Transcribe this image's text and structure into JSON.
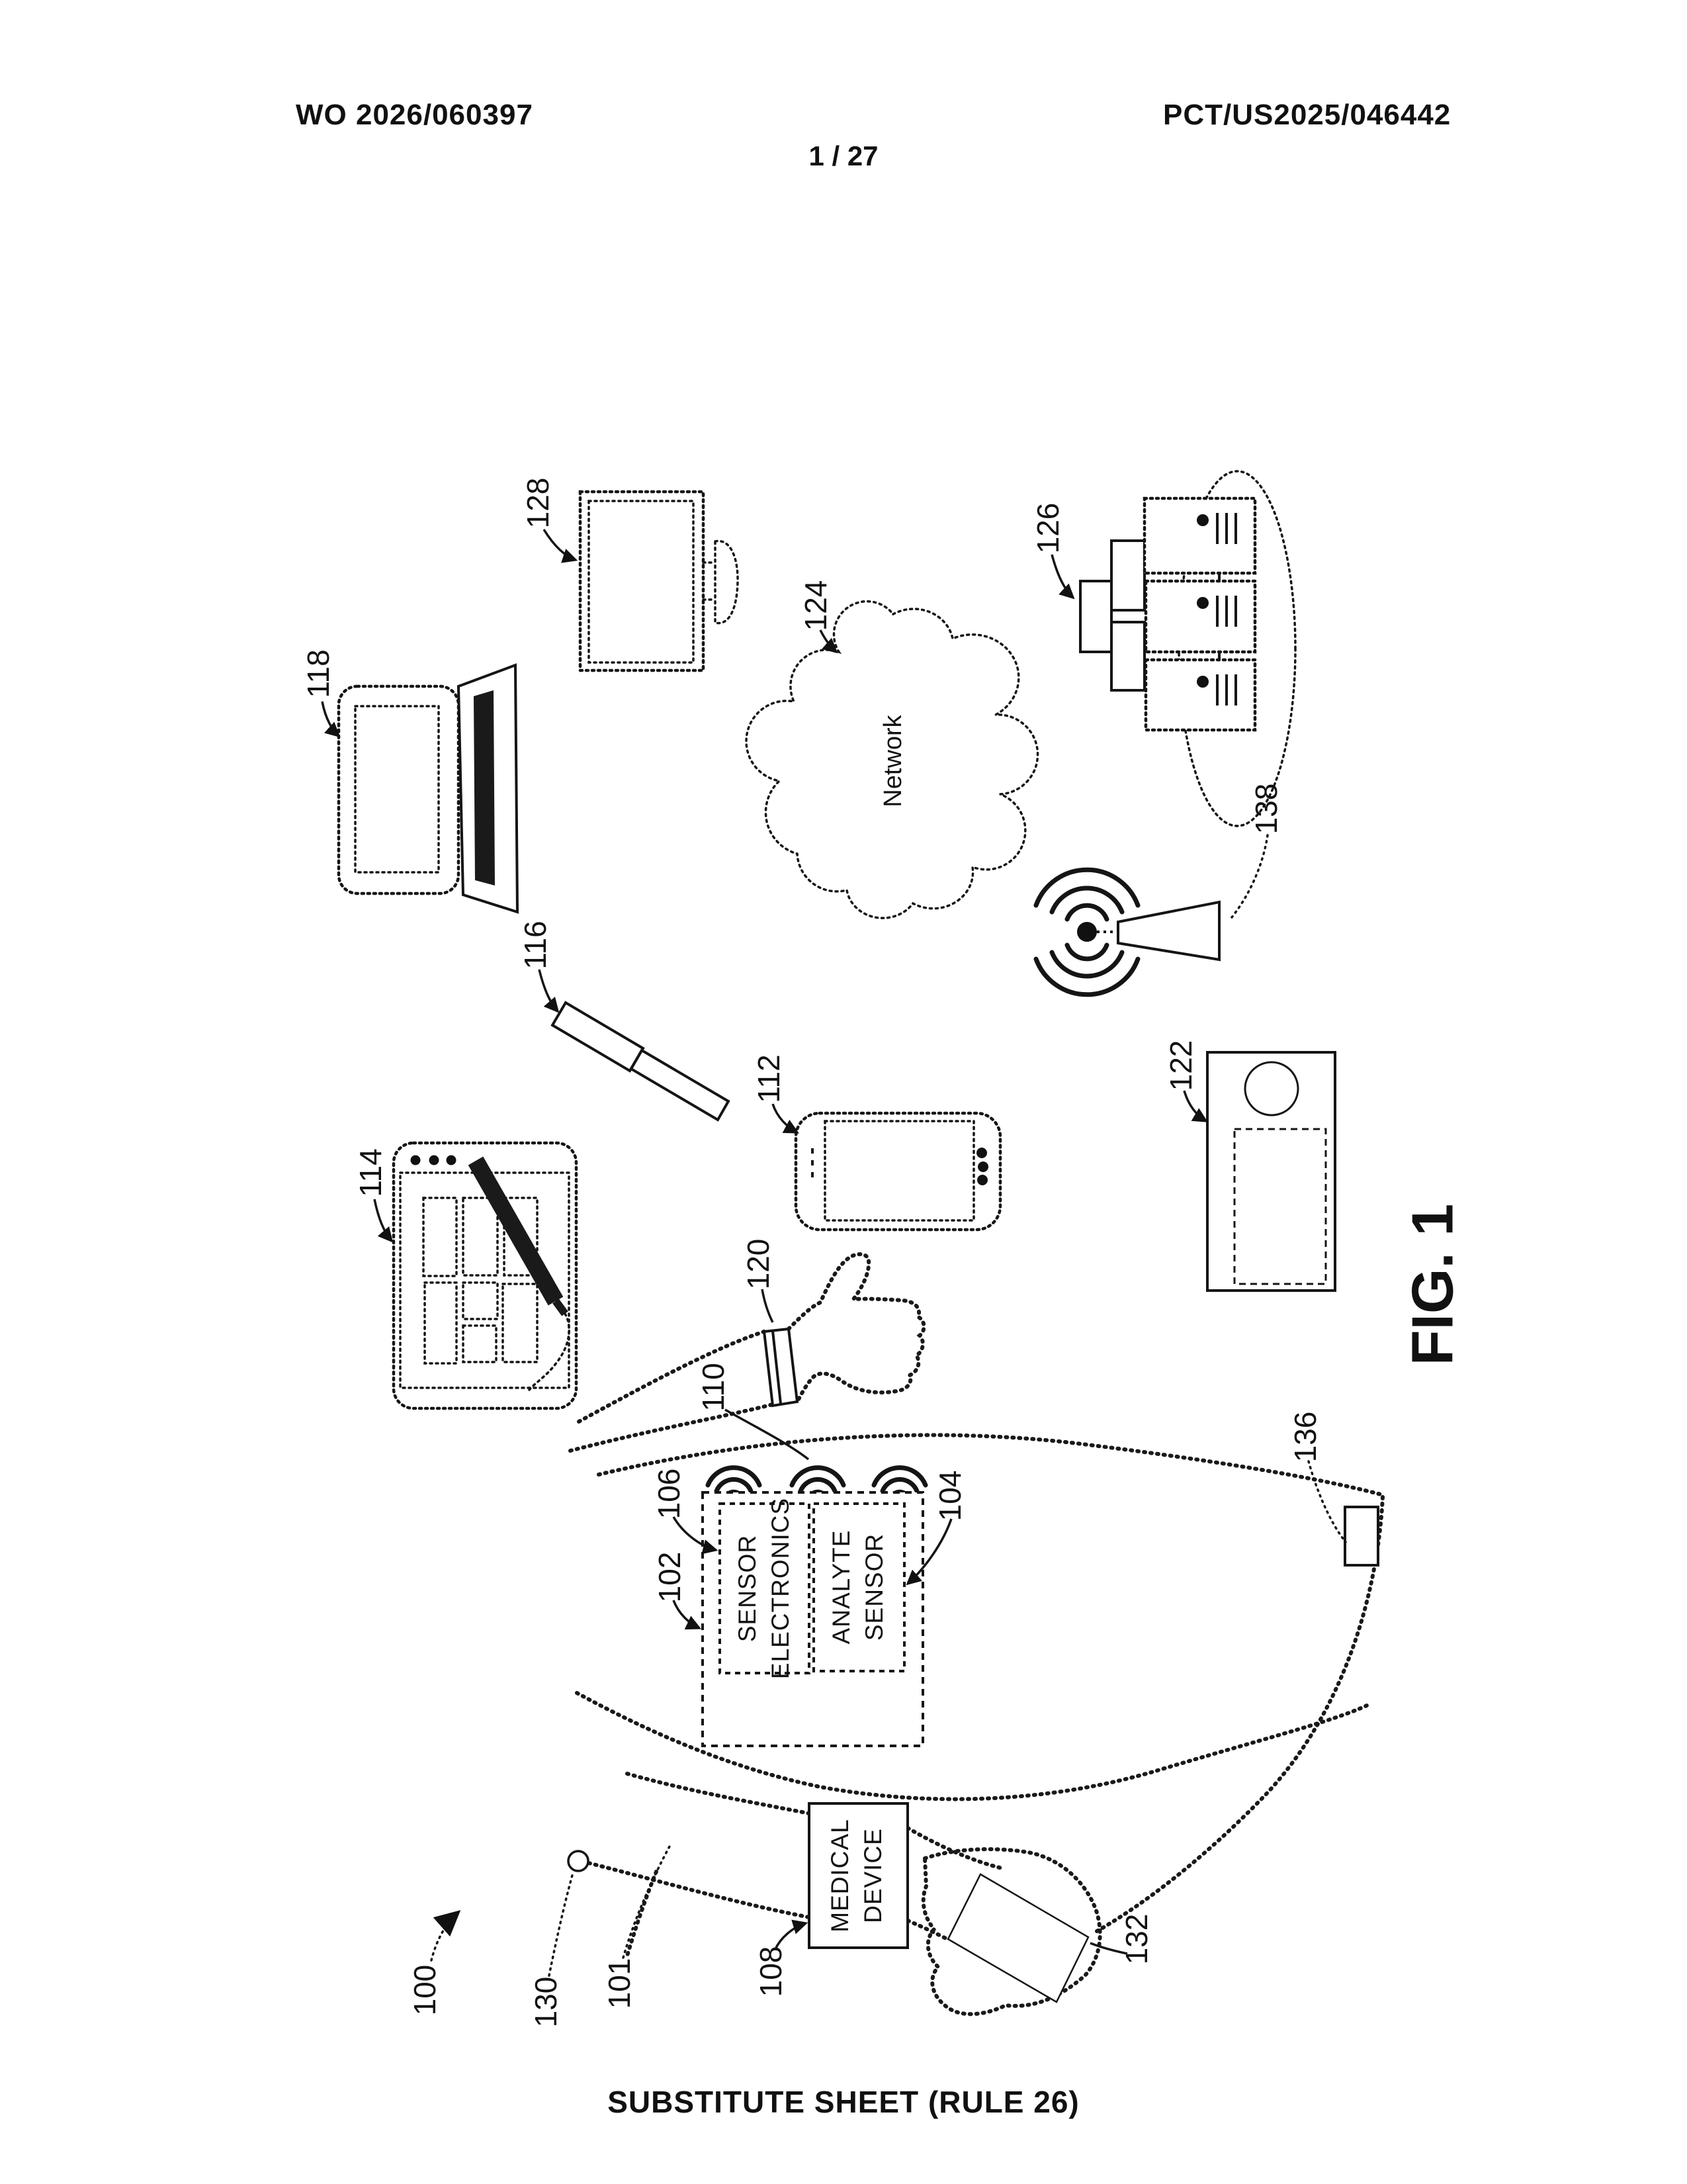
{
  "page": {
    "publication_number": "WO 2026/060397",
    "page_indicator": "1 / 27",
    "application_number": "PCT/US2025/046442",
    "footer": "SUBSTITUTE SHEET (RULE 26)"
  },
  "figure": {
    "label": "FIG. 1",
    "network_label": "Network",
    "sensor_electronics": {
      "line1": "SENSOR",
      "line2": "ELECTRONICS"
    },
    "analyte_sensor": {
      "line1": "ANALYTE",
      "line2": "SENSOR"
    },
    "medical_device": {
      "line1": "MEDICAL",
      "line2": "DEVICE"
    },
    "refs": {
      "r100": "100",
      "r101": "101",
      "r102": "102",
      "r104": "104",
      "r106": "106",
      "r108": "108",
      "r110": "110",
      "r112": "112",
      "r114": "114",
      "r116": "116",
      "r118": "118",
      "r120": "120",
      "r122": "122",
      "r124": "124",
      "r126": "126",
      "r128": "128",
      "r130": "130",
      "r132": "132",
      "r136": "136",
      "r138": "138"
    }
  }
}
